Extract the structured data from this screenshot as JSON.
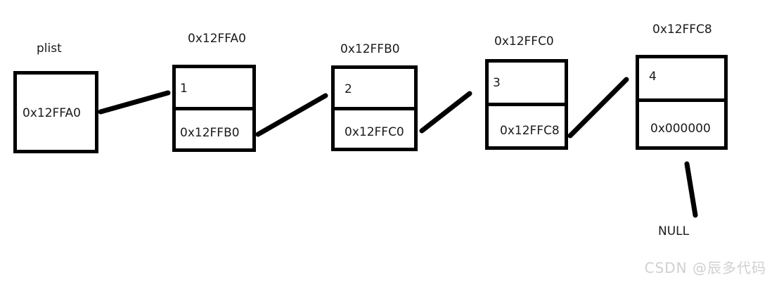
{
  "diagram": {
    "title": "singly-linked-list-memory-diagram",
    "head_pointer": {
      "label": "plist",
      "value": "0x12FFA0"
    },
    "nodes": [
      {
        "address_label": "0x12FFA0",
        "data": "1",
        "next": "0x12FFB0"
      },
      {
        "address_label": "0x12FFB0",
        "data": "2",
        "next": "0x12FFC0"
      },
      {
        "address_label": "0x12FFC0",
        "data": "3",
        "next": "0x12FFC8"
      },
      {
        "address_label": "0x12FFC8",
        "data": "4",
        "next": "0x000000"
      }
    ],
    "terminator": "NULL",
    "colors": {
      "stroke": "#000000",
      "text": "#1a1a1a",
      "background": "#ffffff",
      "watermark": "#d0d0d0"
    }
  },
  "watermark": {
    "text": "CSDN @辰多代码"
  }
}
